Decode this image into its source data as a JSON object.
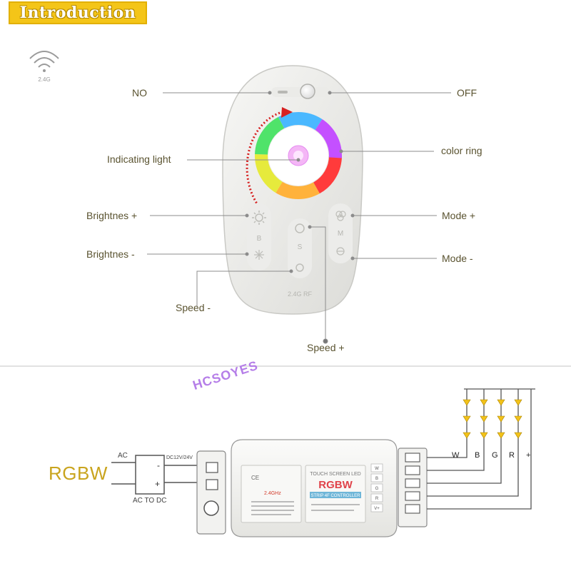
{
  "header": {
    "badge_label": "Introduction"
  },
  "wireless": {
    "label": "2.4G"
  },
  "remote": {
    "b_label": "B",
    "s_label": "S",
    "m_label": "M",
    "rf_label": "2.4G RF"
  },
  "callouts": {
    "no": "NO",
    "off": "OFF",
    "indicating_light": "Indicating light",
    "color_ring": "color ring",
    "brightness_up": "Brightnes +",
    "brightness_down": "Brightnes -",
    "mode_up": "Mode +",
    "mode_down": "Mode -",
    "speed_down": "Speed -",
    "speed_up": "Speed +"
  },
  "wiring": {
    "title": "RGBW",
    "brand": "HCSOYES",
    "ac_label": "AC",
    "supply_label": "DC12V/24V",
    "adapter_label": "AC TO DC",
    "minus_sign": "-",
    "plus_sign": "+",
    "controller_title": "TOUCH SCREEN LED",
    "controller_model": "RGBW",
    "controller_sub": "STRIP 4F CONTROLLER",
    "controller_freq": "2.4GHz",
    "controller_ce": "CE",
    "channels": [
      "W",
      "B",
      "G",
      "R",
      "+"
    ],
    "terminals": [
      "W",
      "B",
      "G",
      "R",
      "V+"
    ]
  }
}
